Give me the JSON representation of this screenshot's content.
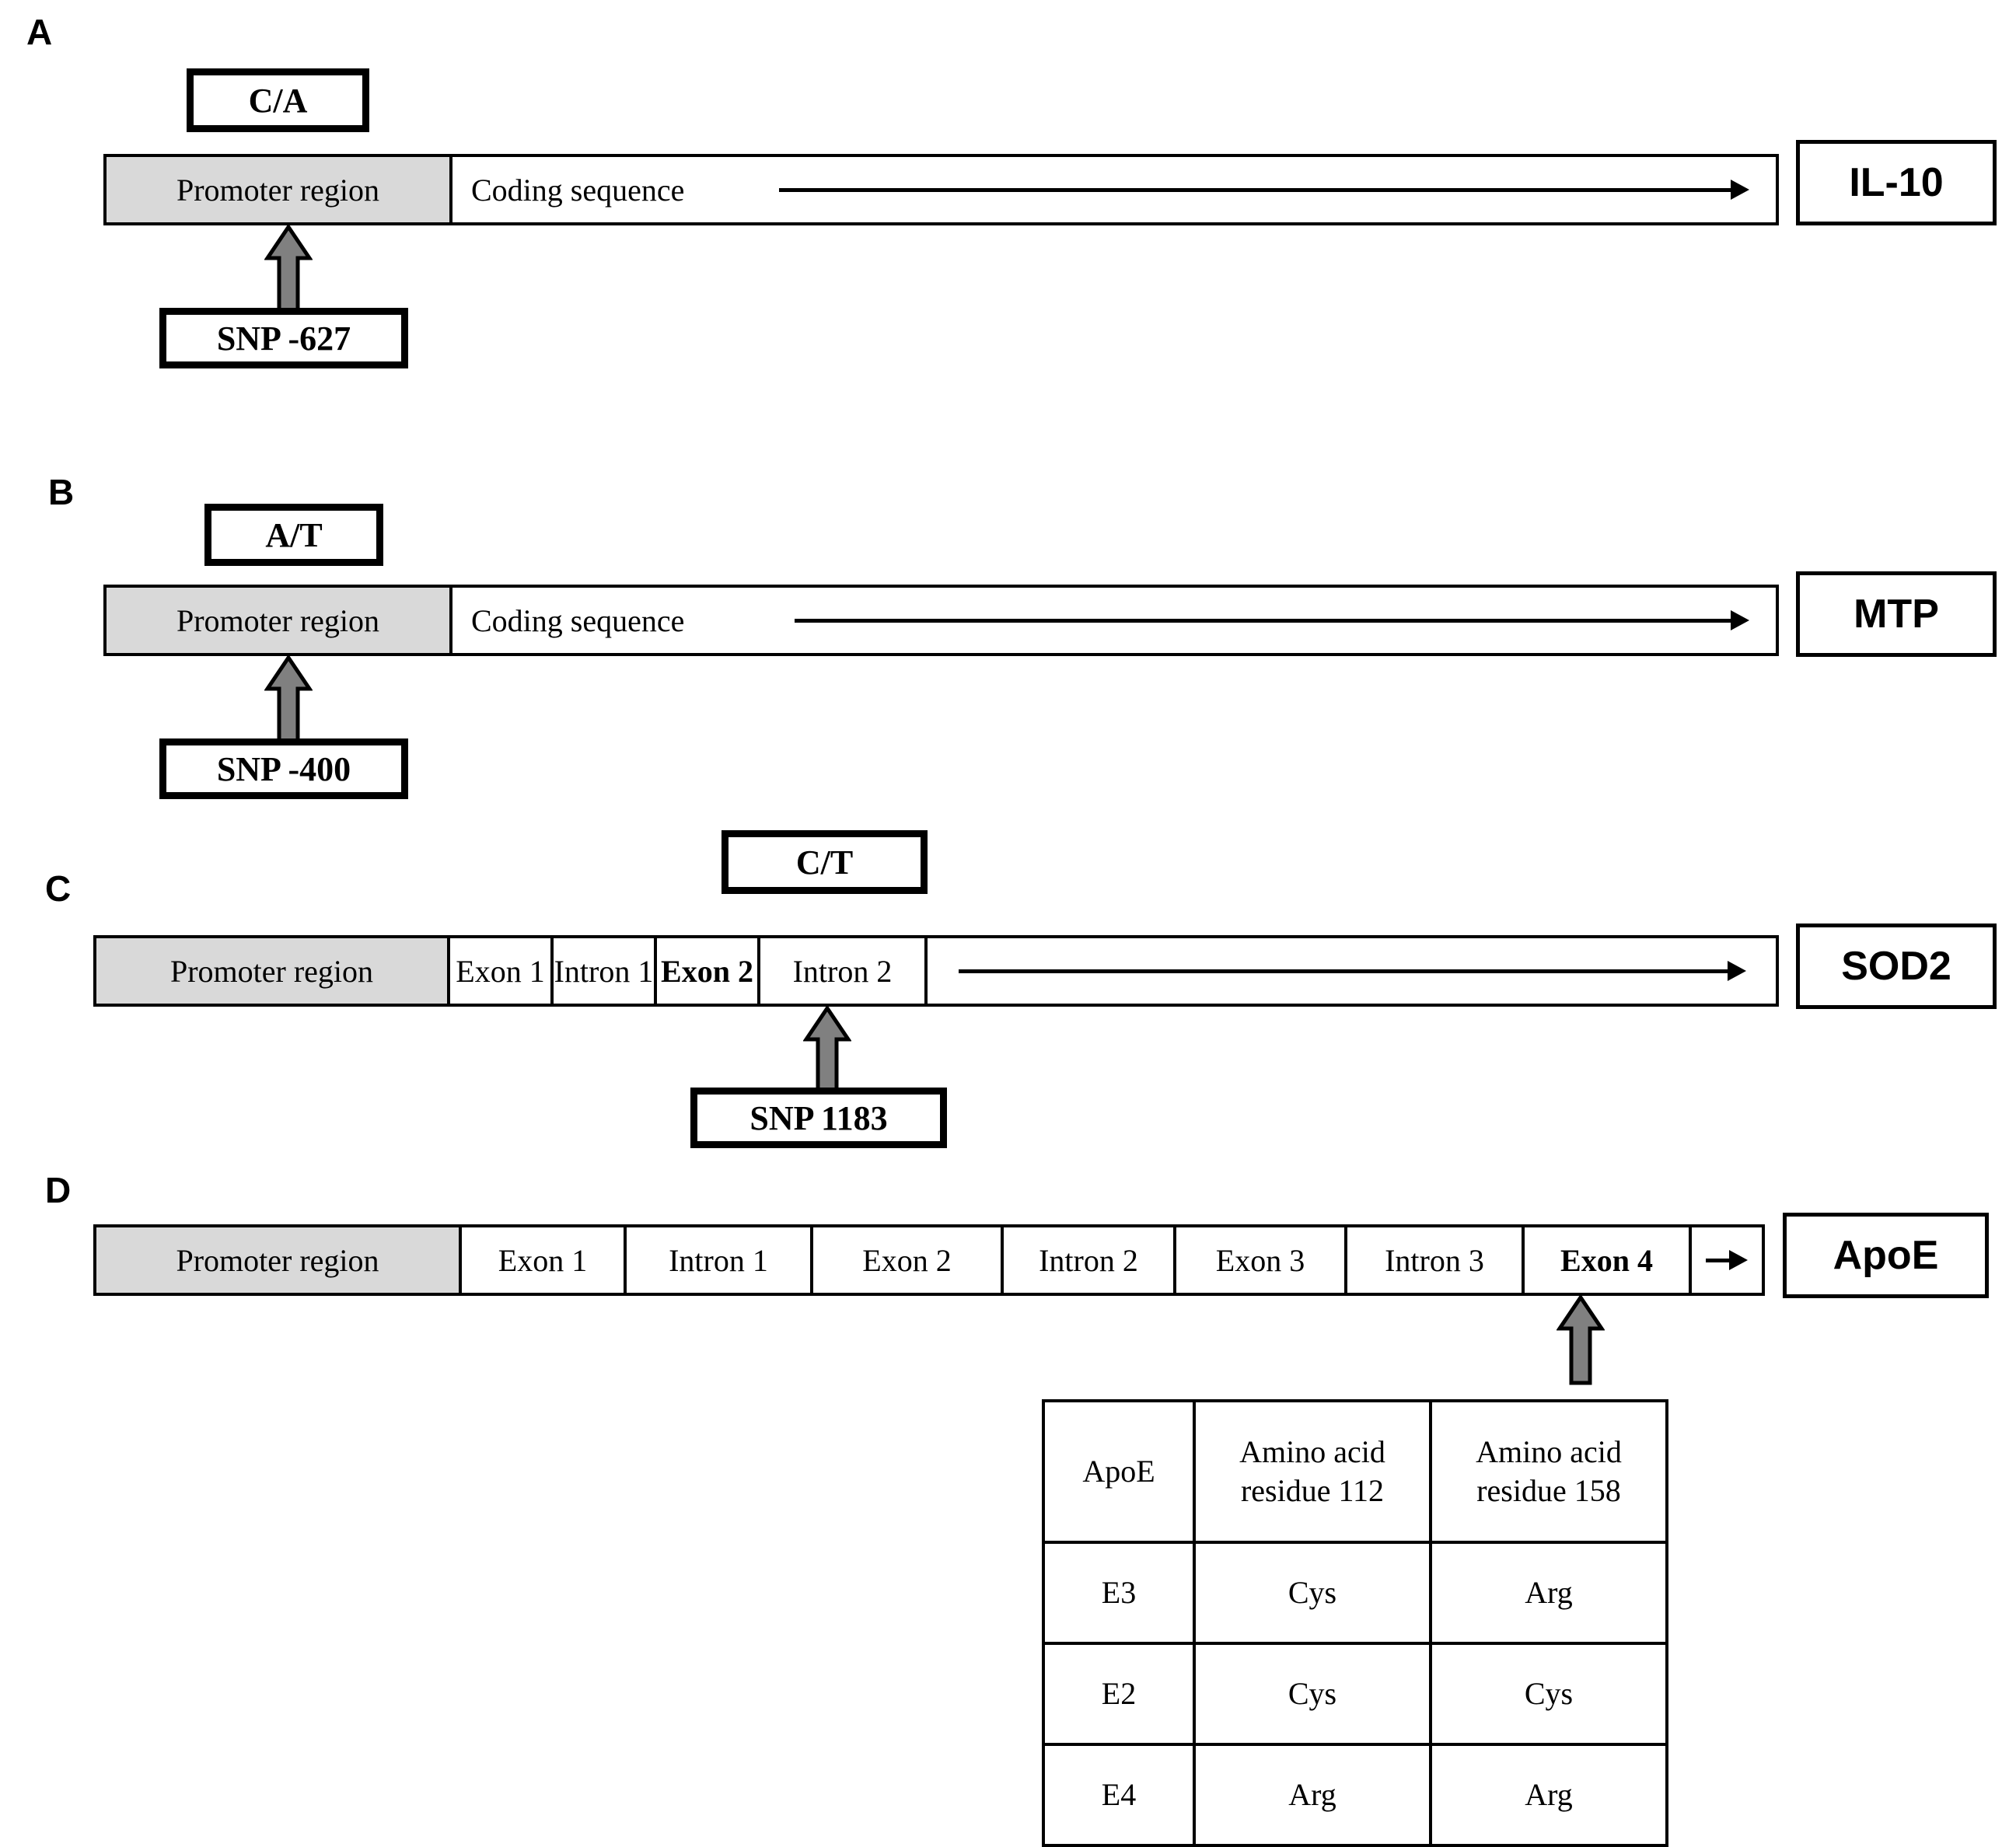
{
  "figure": {
    "type": "gene-structure-diagram",
    "panels": [
      {
        "letter": "A",
        "gene": "IL-10",
        "allele_box": "C/A",
        "snp_box": "SNP -627",
        "segments": [
          {
            "label": "Promoter region",
            "kind": "promoter"
          },
          {
            "label": "Coding sequence",
            "kind": "coding",
            "arrow": true
          }
        ]
      },
      {
        "letter": "B",
        "gene": "MTP",
        "allele_box": "A/T",
        "snp_box": "SNP -400",
        "segments": [
          {
            "label": "Promoter region",
            "kind": "promoter"
          },
          {
            "label": "Coding sequence",
            "kind": "coding",
            "arrow": true
          }
        ]
      },
      {
        "letter": "C",
        "gene": "SOD2",
        "allele_box": "C/T",
        "snp_box": "SNP 1183",
        "segments": [
          {
            "label": "Promoter region",
            "kind": "promoter"
          },
          {
            "label": "Exon 1",
            "kind": "exon"
          },
          {
            "label": "Intron 1",
            "kind": "intron"
          },
          {
            "label": "Exon 2",
            "kind": "exon",
            "bold": true,
            "snp_target": true
          },
          {
            "label": "Intron 2",
            "kind": "intron"
          },
          {
            "label": "",
            "kind": "tail",
            "arrow": true
          }
        ]
      },
      {
        "letter": "D",
        "gene": "ApoE",
        "allele_box": null,
        "snp_box": null,
        "segments": [
          {
            "label": "Promoter region",
            "kind": "promoter"
          },
          {
            "label": "Exon 1",
            "kind": "exon"
          },
          {
            "label": "Intron 1",
            "kind": "intron"
          },
          {
            "label": "Exon 2",
            "kind": "exon"
          },
          {
            "label": "Intron 2",
            "kind": "intron"
          },
          {
            "label": "Exon 3",
            "kind": "exon"
          },
          {
            "label": "Intron 3",
            "kind": "intron"
          },
          {
            "label": "Exon 4",
            "kind": "exon",
            "bold": true,
            "snp_target": true
          },
          {
            "label": "",
            "kind": "tail",
            "arrow": true
          }
        ]
      }
    ],
    "apoe_table": {
      "headers": [
        "ApoE",
        "Amino acid residue 112",
        "Amino acid residue 158"
      ],
      "header_cells": [
        {
          "line1": "ApoE",
          "line2": ""
        },
        {
          "line1": "Amino acid",
          "line2": "residue 112"
        },
        {
          "line1": "Amino acid",
          "line2": "residue 158"
        }
      ],
      "rows": [
        {
          "isoform": "E3",
          "residue112": "Cys",
          "residue158": "Arg"
        },
        {
          "isoform": "E2",
          "residue112": "Cys",
          "residue158": "Cys"
        },
        {
          "isoform": "E4",
          "residue112": "Arg",
          "residue158": "Arg"
        }
      ]
    },
    "colors": {
      "promoter_fill": "#d9d9d9",
      "snp_arrow_fill": "#808080",
      "stroke": "#000000",
      "background": "#ffffff"
    }
  }
}
